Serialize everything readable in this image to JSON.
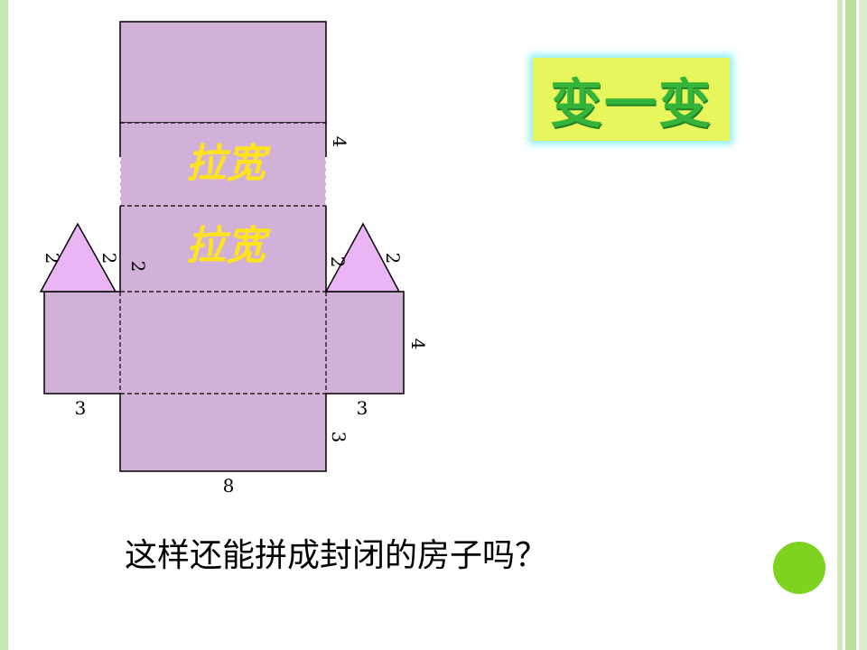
{
  "title": "变一变",
  "question": "这样还能拼成封闭的房子吗？",
  "stretch_labels": [
    "拉宽",
    "拉宽"
  ],
  "dimension_labels": {
    "top_right_side": "4",
    "left_triangle_a": "2",
    "left_triangle_b": "2",
    "inner_left_side": "2",
    "right_triangle_a": "2",
    "right_triangle_b": "2",
    "right_wall_side": "4",
    "left_bottom": "3",
    "right_bottom": "3",
    "lower_right_side": "3",
    "base_width": "8"
  },
  "colors": {
    "face": "#d1b1d8",
    "triangle": "#ebb5f5",
    "stretch_text": "#ffe31e",
    "title_bg": "#e6f65c",
    "title_text": "#35b43a",
    "accent_dot": "#7ed321"
  }
}
